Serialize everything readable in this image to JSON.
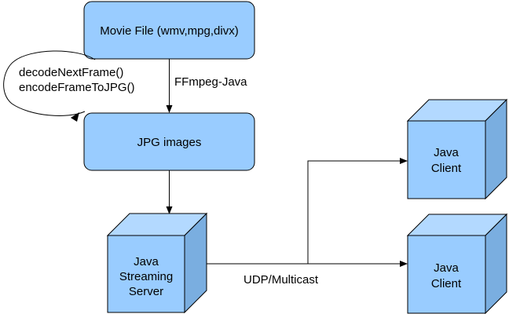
{
  "nodes": {
    "movie_file": {
      "label": "Movie File (wmv,mpg,divx)"
    },
    "jpg_images": {
      "label": "JPG images"
    },
    "streaming_server": {
      "lines": [
        "Java",
        "Streaming",
        "Server"
      ]
    },
    "client_top": {
      "lines": [
        "Java",
        "Client"
      ]
    },
    "client_bottom": {
      "lines": [
        "Java",
        "Client"
      ]
    }
  },
  "annotations": {
    "loop_methods": [
      "decodeNextFrame()",
      "encodeFrameToJPG()"
    ],
    "ffmpeg_label": "FFmpeg-Java",
    "protocol_label": "UDP/Multicast"
  },
  "colors": {
    "box_fill": "#99ccff",
    "cube_front": "#99ccff",
    "cube_top": "#b3d9ff",
    "cube_side": "#7aaee0",
    "stroke": "#000000"
  }
}
